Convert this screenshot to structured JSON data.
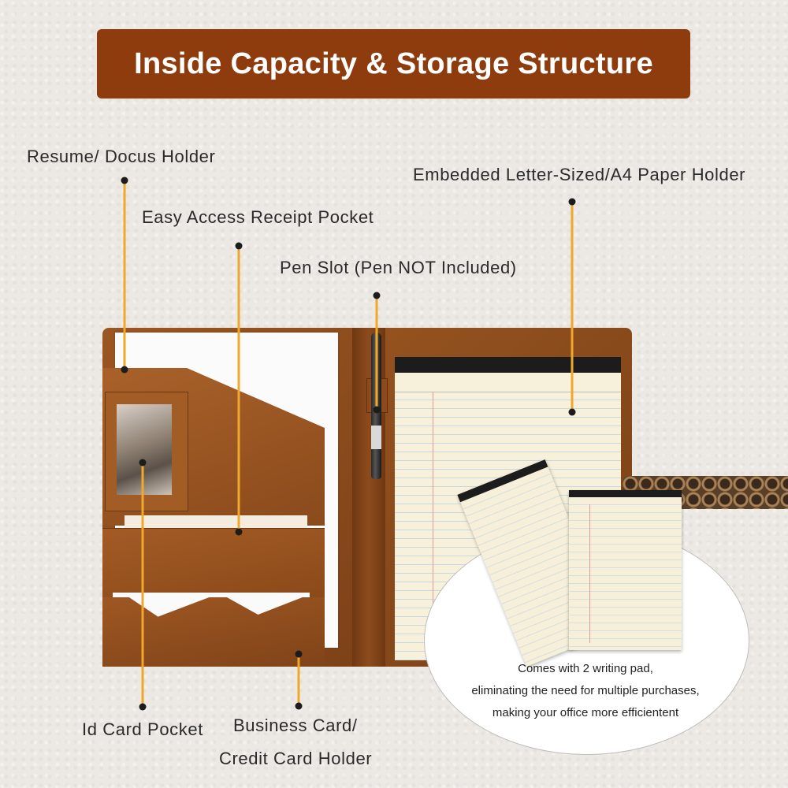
{
  "title": "Inside Capacity & Storage Structure",
  "labels": {
    "resume": "Resume/ Docus Holder",
    "receipt": "Easy Access Receipt Pocket",
    "pen": "Pen Slot (Pen NOT Included)",
    "paper": "Embedded Letter-Sized/A4 Paper Holder",
    "id_card": "Id Card Pocket",
    "business_card_line1": "Business Card/",
    "business_card_line2": "Credit Card Holder"
  },
  "promo": {
    "line1": "Comes with 2 writing pad,",
    "line2": "eliminating the need for multiple purchases,",
    "line3": "making your office more efficientent"
  },
  "colors": {
    "banner": "#8e3c0e",
    "leader": "#f0a82a",
    "leather": "#8a4a1c",
    "background": "#ece8e4"
  }
}
